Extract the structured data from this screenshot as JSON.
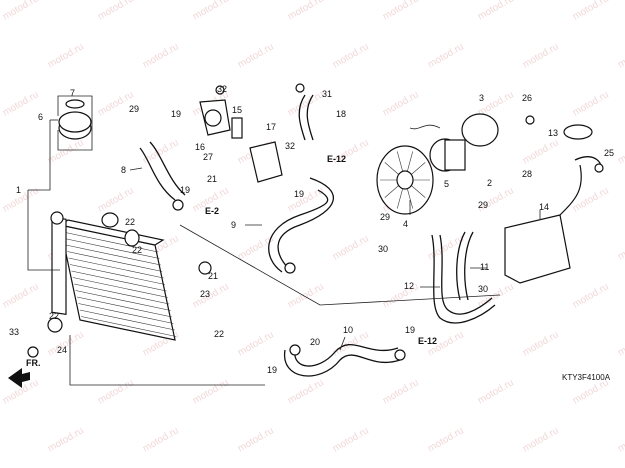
{
  "diagram": {
    "drawing_code": "KTY3F4100A",
    "watermark": "motod.ru",
    "direction_marker": "FR.",
    "references": [
      "E-2",
      "E-12",
      "E-12"
    ],
    "part_labels": [
      "1",
      "2",
      "3",
      "4",
      "5",
      "6",
      "7",
      "8",
      "9",
      "10",
      "11",
      "12",
      "13",
      "14",
      "15",
      "16",
      "17",
      "18",
      "19",
      "19",
      "19",
      "19",
      "19",
      "20",
      "21",
      "21",
      "22",
      "22",
      "22",
      "22",
      "23",
      "24",
      "25",
      "26",
      "27",
      "28",
      "29",
      "29",
      "29",
      "30",
      "30",
      "31",
      "32",
      "32",
      "33"
    ]
  }
}
